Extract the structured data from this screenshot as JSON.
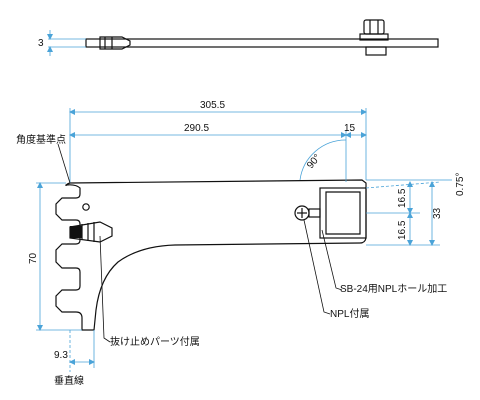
{
  "labels": {
    "top_thickness": "3",
    "overall_length": "305.5",
    "reference_length": "290.5",
    "end_offset": "15",
    "angle": "90°",
    "angle_ref_point": "角度基準点",
    "tilt": "0.75°",
    "height_upper": "16.5",
    "height_lower": "16.5",
    "height_total": "33",
    "bracket_height": "70",
    "offset_bottom": "9.3",
    "vertical_line": "垂直線",
    "slip_stop": "抜け止めパーツ付属",
    "sb24_hole": "SB-24用NPLホール加工",
    "npl_attached": "NPL付属"
  }
}
